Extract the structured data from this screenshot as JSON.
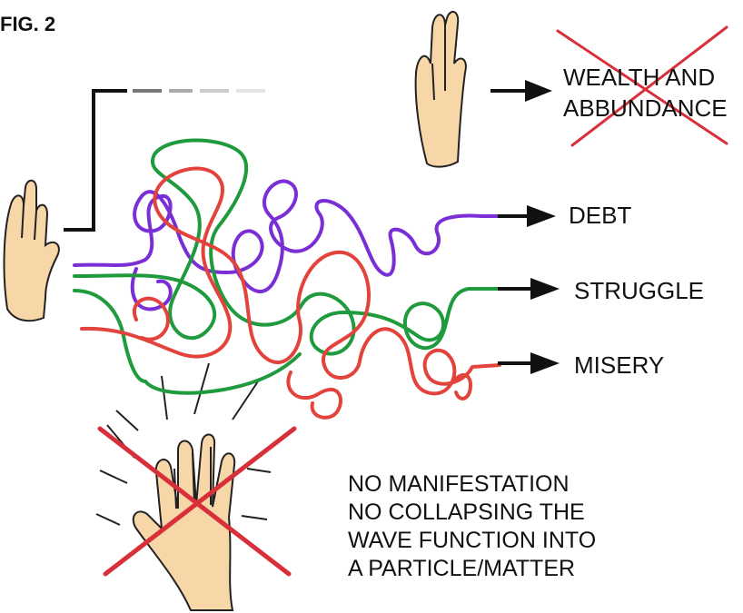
{
  "figure": {
    "label": "FIG. 2"
  },
  "outcomes": {
    "wealth_line1": "WEALTH AND",
    "wealth_line2": "ABBUNDANCE",
    "debt": "DEBT",
    "struggle": "STRUGGLE",
    "misery": "MISERY"
  },
  "caption": {
    "lines": [
      "NO MANIFESTATION",
      "NO COLLAPSING THE",
      "WAVE FUNCTION INTO",
      "A PARTICLE/MATTER"
    ]
  },
  "colors": {
    "purple_line": "#7a2fd6",
    "green_line": "#1f9a3c",
    "red_line": "#e2443d",
    "cross_red": "#d8303a",
    "hand_fill": "#f7d7a8",
    "ink": "#111111"
  },
  "icons": [
    "hand-left-icon",
    "hand-top-icon",
    "hand-clapping-icon",
    "cross-out-icon",
    "arrow-right-icon"
  ]
}
